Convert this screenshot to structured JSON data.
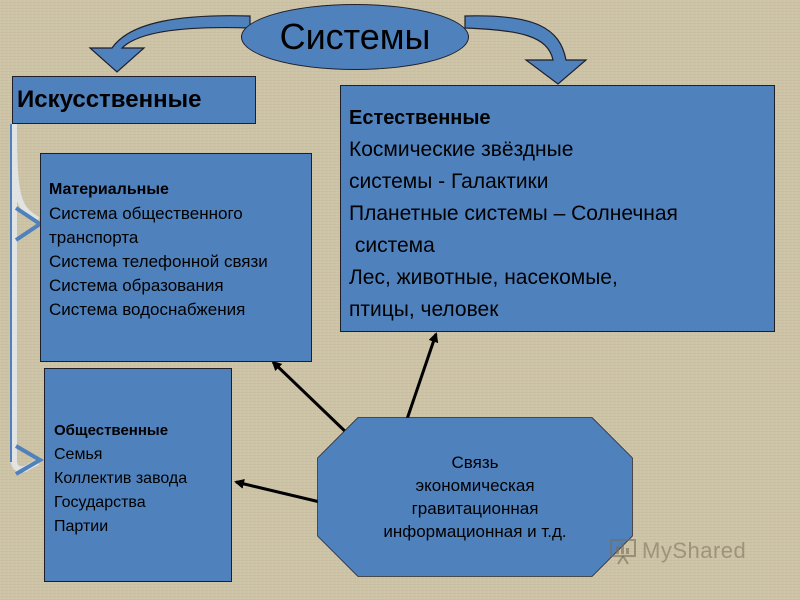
{
  "title": "Системы",
  "artificial": {
    "label": "Искусственные"
  },
  "material": {
    "header": "Материальные",
    "items": [
      "Система общественного",
      "транспорта",
      "Система телефонной связи",
      "Система образования",
      "Система водоснабжения"
    ]
  },
  "social": {
    "header": "Общественные",
    "items": [
      "Семья",
      "Коллектив завода",
      "Государства",
      "Партии"
    ]
  },
  "natural": {
    "header": "Естественные",
    "items": [
      "Космические звёздные",
      "системы - Галактики",
      "Планетные системы – Солнечная",
      " система",
      "Лес, животные, насекомые,",
      "птицы, человек"
    ]
  },
  "link": {
    "items": [
      "Связь",
      "экономическая",
      "гравитационная",
      "информационная и т.д."
    ]
  },
  "watermark": "MyShared",
  "colors": {
    "box": "#4f81bd",
    "background": "#cdc3a6",
    "outline": "#1f1f2a"
  }
}
